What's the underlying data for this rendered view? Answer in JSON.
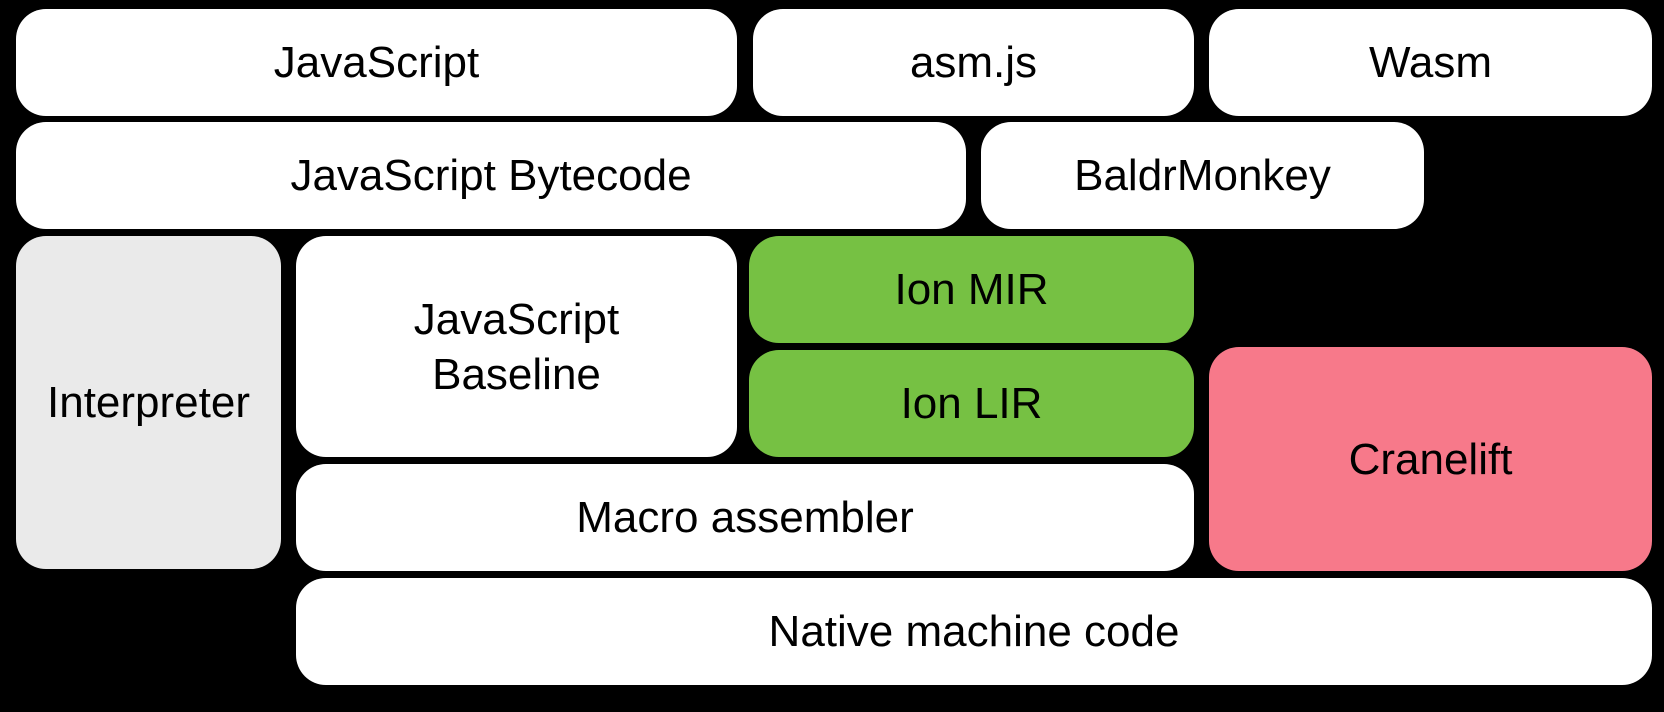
{
  "diagram": {
    "title": "SpiderMonkey compilation pipeline diagram",
    "background": "#000000",
    "text_color": "#000000",
    "colors": {
      "white": "#ffffff",
      "gray": "#eaeaea",
      "green": "#76c143",
      "pink": "#f7798a"
    },
    "nodes": {
      "javascript": {
        "label": "JavaScript",
        "color_key": "white"
      },
      "asmjs": {
        "label": "asm.js",
        "color_key": "white"
      },
      "wasm": {
        "label": "Wasm",
        "color_key": "white"
      },
      "bytecode": {
        "label": "JavaScript Bytecode",
        "color_key": "white"
      },
      "baldrmonkey": {
        "label": "BaldrMonkey",
        "color_key": "white"
      },
      "interpreter": {
        "label": "Interpreter",
        "color_key": "gray"
      },
      "baseline": {
        "label": "JavaScript Baseline",
        "color_key": "white"
      },
      "ion_mir": {
        "label": "Ion MIR",
        "color_key": "green"
      },
      "ion_lir": {
        "label": "Ion LIR",
        "color_key": "green"
      },
      "cranelift": {
        "label": "Cranelift",
        "color_key": "pink"
      },
      "macro_assembler": {
        "label": "Macro assembler",
        "color_key": "white"
      },
      "native": {
        "label": "Native machine code",
        "color_key": "white"
      }
    }
  }
}
